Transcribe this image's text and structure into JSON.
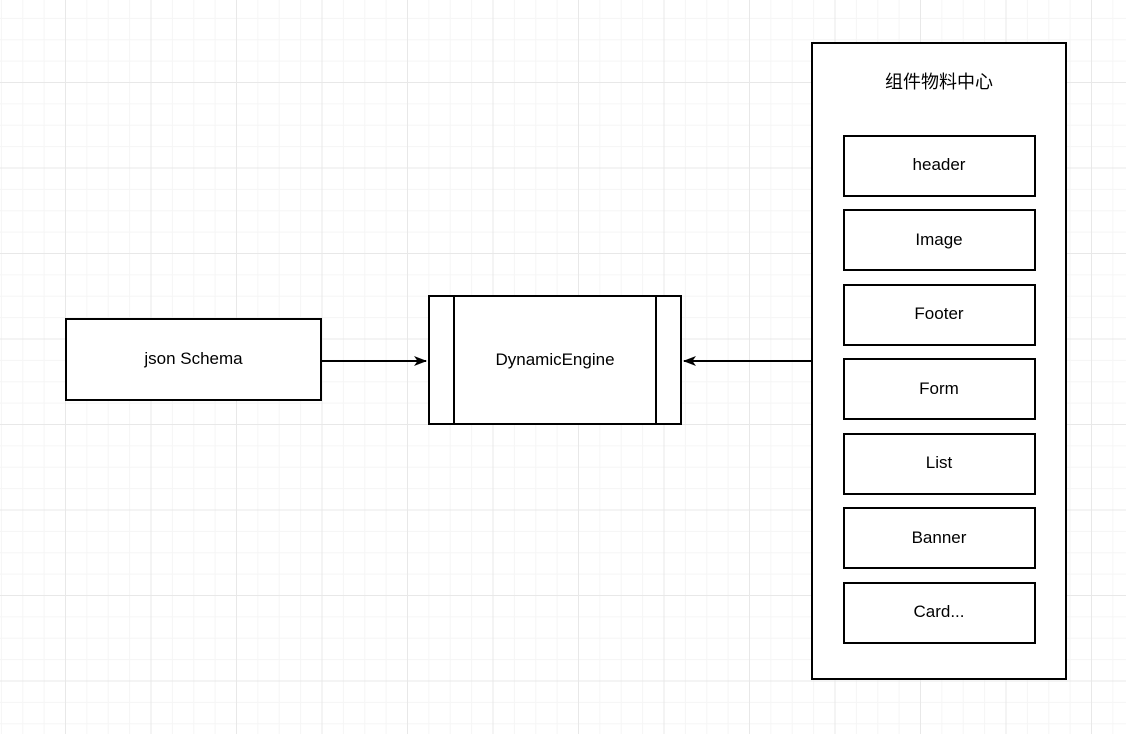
{
  "diagram": {
    "nodes": {
      "json_schema": {
        "label": "json Schema"
      },
      "dynamic_engine": {
        "label": "DynamicEngine"
      },
      "component_center": {
        "title": "组件物料中心",
        "items": [
          "header",
          "Image",
          "Footer",
          "Form",
          "List",
          "Banner",
          "Card..."
        ]
      }
    },
    "edges": [
      {
        "from": "json_schema",
        "to": "dynamic_engine",
        "direction": "right"
      },
      {
        "from": "component_center",
        "to": "dynamic_engine",
        "direction": "left"
      }
    ],
    "colors": {
      "stroke": "#000000",
      "shape_fill": "#ffffff",
      "grid_minor": "#f5f5f5",
      "grid_major": "#e8e8e8",
      "background": "#ffffff"
    }
  }
}
